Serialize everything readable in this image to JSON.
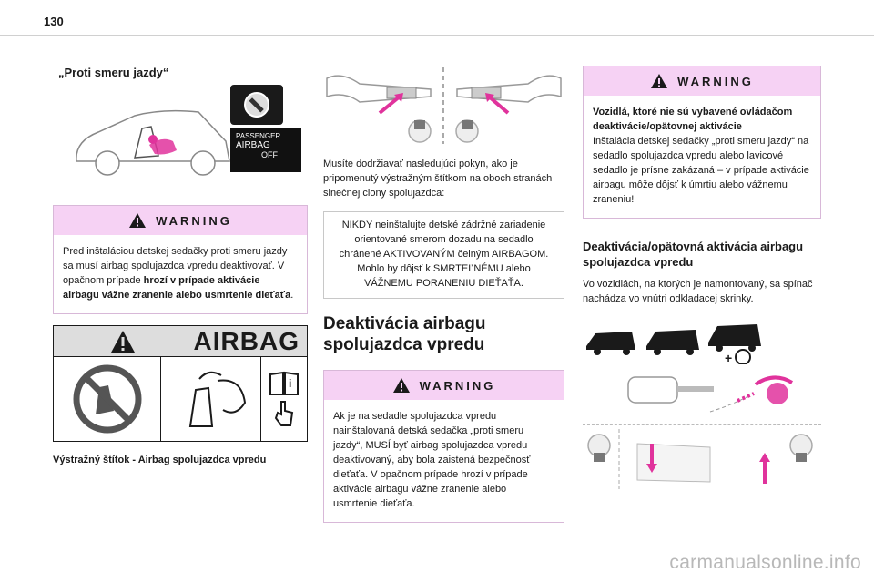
{
  "page": {
    "number": "130",
    "footer": "carmanualsonline.info"
  },
  "col1": {
    "heading": "„Proti smeru jazdy“",
    "switch_label": {
      "line1": "PASSENGER",
      "line2": "AIRBAG",
      "line3": "OFF"
    },
    "warning": {
      "title": "WARNING",
      "text": "Pred inštaláciou detskej sedačky proti smeru jazdy sa musí airbag spolujazdca vpredu deaktivovať. V opačnom prípade ",
      "bold": "hrozí v prípade aktivácie airbagu vážne zranenie alebo usmrtenie dieťaťa",
      "tail": "."
    },
    "label_banner": "AIRBAG",
    "caption": "Výstražný štítok - Airbag spolujazdca vpredu"
  },
  "col2": {
    "intro": "Musíte dodržiavať nasledujúci pokyn, ako je pripomenutý výstražným štítkom na oboch stranách slnečnej clony spolujazdca:",
    "box_text": "NIKDY neinštalujte detské zádržné zariadenie orientované smerom dozadu na sedadlo chránené AKTIVOVANÝM čelným AIRBAGOM. Mohlo by dôjsť k SMRTEĽNÉMU alebo VÁŽNEMU PORANENIU DIEŤAŤA.",
    "section_title": "Deaktivácia airbagu spolujazdca vpredu",
    "warning": {
      "title": "WARNING",
      "text": "Ak je na sedadle spolujazdca vpredu nainštalovaná detská sedačka „proti smeru jazdy“, MUSÍ byť airbag spolujazdca vpredu deaktivovaný, aby bola zaistená bezpečnosť dieťaťa. V opačnom prípade hrozí v prípade aktivácie airbagu vážne zranenie alebo usmrtenie dieťaťa."
    }
  },
  "col3": {
    "warning": {
      "title": "WARNING",
      "bold": "Vozidlá, ktoré nie sú vybavené ovládačom deaktivácie/opätovnej aktivácie",
      "text": "Inštalácia detskej sedačky „proti smeru jazdy“ na sedadlo spolujazdca vpredu alebo lavicové sedadlo je prísne zakázaná – v prípade aktivácie airbagu môže dôjsť k úmrtiu alebo vážnemu zraneniu!"
    },
    "subtitle": "Deaktivácia/opätovná aktivácia airbagu spolujazdca vpredu",
    "text": "Vo vozidlách, na ktorých je namontovaný, sa spínač nachádza vo vnútri odkladacej skrinky."
  },
  "colors": {
    "warning_header": "#f6d2f4",
    "accent_magenta": "#e0339c",
    "dark": "#1a1a1a"
  }
}
